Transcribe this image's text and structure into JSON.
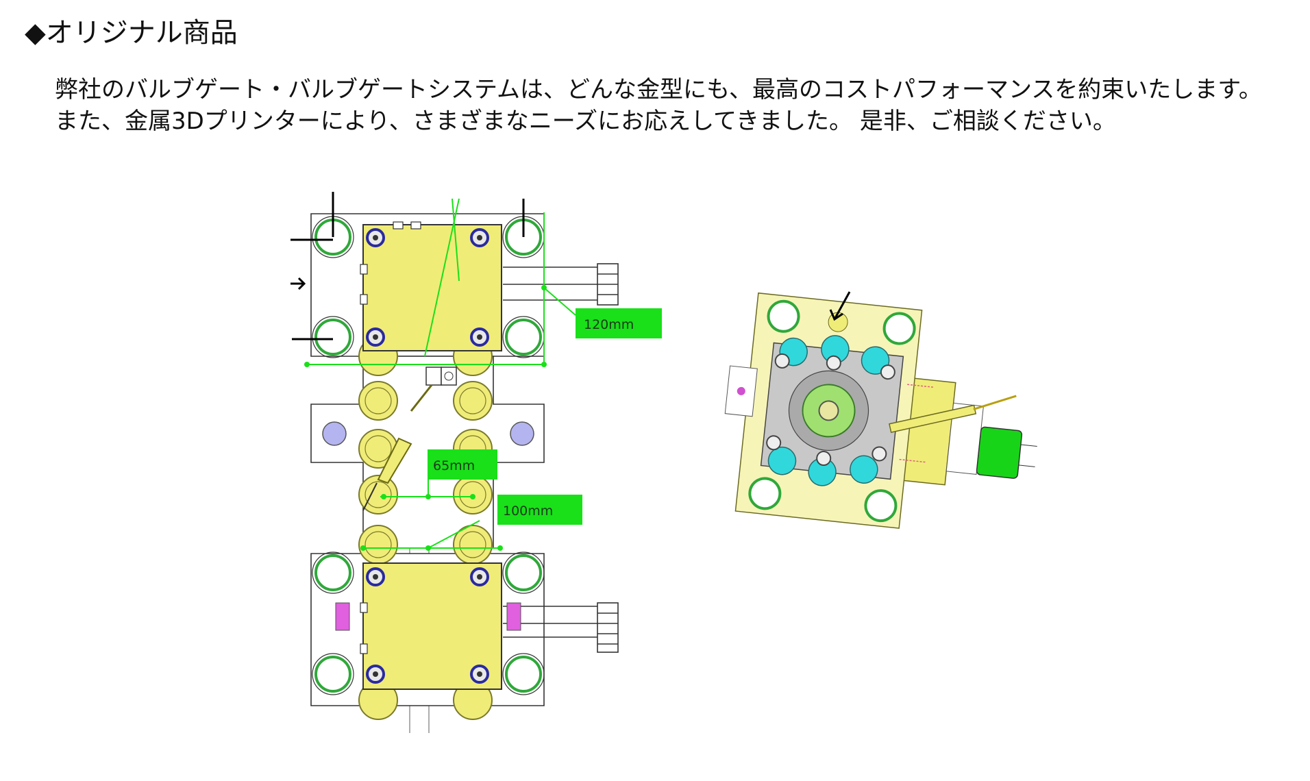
{
  "header": {
    "title": "◆オリジナル商品"
  },
  "intro": {
    "line1": "弊社のバルブゲート・バルブゲートシステムは、どんな金型にも、最高のコストパフォーマンスを約束いたします。",
    "line2": "また、金属3Dプリンターにより、さまざまなニーズにお応えしてきました。 是非、ご相談ください。"
  },
  "figure": {
    "dimensions": [
      {
        "id": "dim-120",
        "label": "120mm"
      },
      {
        "id": "dim-65",
        "label": "65mm"
      },
      {
        "id": "dim-100",
        "label": "100mm"
      }
    ],
    "colors": {
      "yellow": "#f0ec78",
      "green_ring": "#2fa83a",
      "dim_green": "#19e019",
      "bolt_blue": "#2a2aa0",
      "lavender": "#b4b4f0",
      "cyan": "#30d8dc",
      "magenta": "#e060e0",
      "plate_yellow": "#f7f4b8",
      "heater_green": "#18d418"
    }
  }
}
